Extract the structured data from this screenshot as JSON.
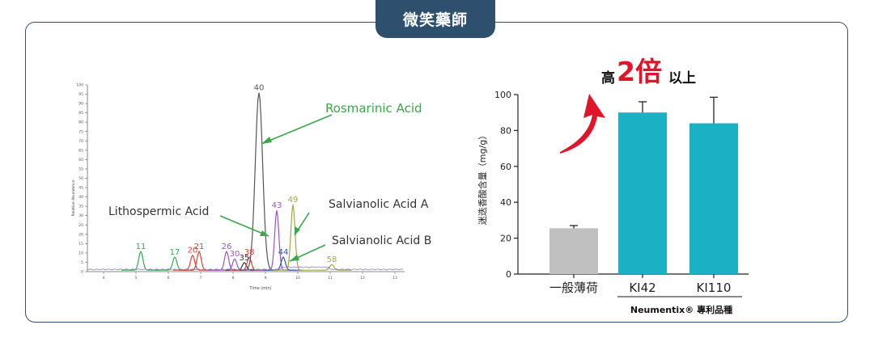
{
  "brand": {
    "title": "微笑藥師"
  },
  "headline": {
    "prefix": "高",
    "number": "2倍",
    "suffix": "以上"
  },
  "colors": {
    "frame": "#2f4f6e",
    "bar_gray": "#c0c0c0",
    "bar_teal": "#1ab1c4",
    "arrow_red": "#e1142a",
    "annotation_green": "#3aa64a"
  },
  "chart_data": [
    {
      "type": "line",
      "xlabel": "Time (min)",
      "ylabel": "Relative Abundance",
      "xlim": [
        3.5,
        13.3
      ],
      "ylim": [
        0,
        100
      ],
      "x_ticks": [
        4,
        5,
        6,
        7,
        8,
        9,
        10,
        11,
        12,
        13
      ],
      "y_ticks": [
        0,
        5,
        10,
        15,
        20,
        25,
        30,
        35,
        40,
        45,
        50,
        55,
        60,
        65,
        70,
        75,
        80,
        85,
        90,
        95,
        100
      ],
      "peaks": [
        {
          "label": "11",
          "x": 5.15,
          "y": 10,
          "color": "#33a853"
        },
        {
          "label": "17",
          "x": 6.2,
          "y": 7,
          "color": "#33a853"
        },
        {
          "label": "20",
          "x": 6.75,
          "y": 8,
          "color": "#d9443c"
        },
        {
          "label": "21",
          "x": 6.95,
          "y": 10,
          "color": "#d9443c"
        },
        {
          "label": "26",
          "x": 7.8,
          "y": 10,
          "color": "#9a55c4"
        },
        {
          "label": "30",
          "x": 8.05,
          "y": 6,
          "color": "#9a55c4"
        },
        {
          "label": "35",
          "x": 8.35,
          "y": 4,
          "color": "#333333"
        },
        {
          "label": "38",
          "x": 8.5,
          "y": 7,
          "color": "#d9443c"
        },
        {
          "label": "40",
          "x": 8.8,
          "y": 95,
          "color": "#555555"
        },
        {
          "label": "43",
          "x": 9.35,
          "y": 32,
          "color": "#9a55c4"
        },
        {
          "label": "44",
          "x": 9.55,
          "y": 7,
          "color": "#3355a0"
        },
        {
          "label": "49",
          "x": 9.85,
          "y": 35,
          "color": "#a4a83a"
        },
        {
          "label": "58",
          "x": 11.05,
          "y": 3,
          "color": "#a4a83a"
        }
      ],
      "annotations": [
        {
          "text": "Rosmarinic Acid",
          "color": "#3aa64a"
        },
        {
          "text": "Lithospermic Acid",
          "color": "#333333"
        },
        {
          "text": "Salvianolic Acid A",
          "color": "#333333"
        },
        {
          "text": "Salvianolic Acid B",
          "color": "#333333"
        }
      ]
    },
    {
      "type": "bar",
      "categories": [
        "一般薄荷",
        "KI42",
        "KI110"
      ],
      "values": [
        25.5,
        90,
        84
      ],
      "errors": [
        1.5,
        6,
        14.5
      ],
      "ylabel": "迷迭香酸含量（mg/g）",
      "ylim": [
        0,
        100
      ],
      "y_ticks": [
        0,
        20,
        40,
        60,
        80,
        100
      ],
      "group_label": "Neumentix® 專利品種"
    }
  ]
}
